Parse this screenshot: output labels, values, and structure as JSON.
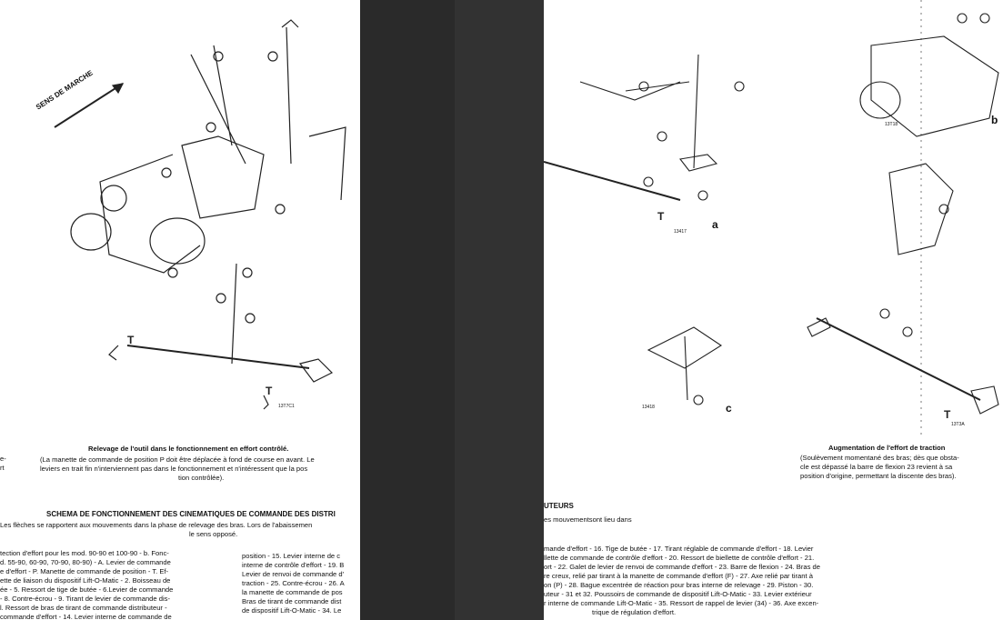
{
  "left_page": {
    "direction_label": "SENS DE MARCHE",
    "figure_ref": "13T7C1",
    "caption_title": "Relevage de l'outil dans le fonctionnement en effort contrôlé.",
    "caption_lines": [
      "(La manette de commande de position P doit être déplacée à fond de course en avant. Le",
      "leviers en trait fin n'interviennent pas dans le fonctionnement et n'intéressent que la pos",
      "tion contrôlée)."
    ],
    "margin_fragments": [
      "e-",
      "rt"
    ],
    "section_title": "SCHEMA DE FONCTIONNEMENT DES CINEMATIQUES DE COMMANDE DES DISTRI",
    "section_intro": [
      "Les flèches se rapportent aux mouvements dans la phase de relevage des bras. Lors de l'abaissemen",
      "le sens opposé."
    ],
    "legend_col1": [
      "tection d'effort pour les mod. 90-90 et 100-90 - b. Fonc-",
      "d. 55-90, 60-90, 70-90, 80-90) - A. Levier de commande",
      "e d'effort - P. Manette de commande de position - T. Ef-",
      "ette de liaison du dispositif Lift-O-Matic - 2. Boisseau de",
      "ée - 5. Ressort de tige de butée - 6.Levier de commande",
      "- 8. Contre-écrou - 9. Tirant de levier de commande dis-",
      "l. Ressort de bras de tirant de commande distributeur -",
      "commande d'effort - 14. Levier interne de commande de"
    ],
    "legend_col2": [
      "position - 15. Levier interne de c",
      "interne de contrôle d'effort - 19. B",
      "Levier de renvoi de commande d'",
      "traction - 25. Contre-écrou - 26. A",
      "la manette de commande de pos",
      "Bras de tirant de commande dist",
      "de dispositif Lift-O-Matic - 34. Le"
    ]
  },
  "right_page": {
    "figure_labels": [
      "a",
      "b",
      "c"
    ],
    "figure_refs": [
      "13417",
      "13T18",
      "13418",
      "13T3A"
    ],
    "caption_title": "Augmentation de l'effort de traction",
    "caption_lines": [
      "(Soulèvement momentané des bras; dès que obsta-",
      "cle est dépassé la barre de flexion 23 revient à sa",
      "position d'origine, permettant la discente des bras)."
    ],
    "section_title_fragment": "UTEURS",
    "section_intro_fragment": "es mouvementsont lieu dans",
    "legend_lines": [
      "mande d'effort - 16. Tige de butée - 17. Tirant réglable de commande d'effort - 18. Levier",
      "llette de commande de contrôle d'effort - 20. Ressort de biellette de contrôle d'effort - 21.",
      "ort - 22. Galet de levier de renvoi de commande d'effort - 23. Barre de flexion - 24. Bras de",
      "re creux, relié par tirant à la manette de commande d'effort (F) - 27. Axe relié par tirant à",
      "on (P) - 28. Bague excentrée de réaction pour bras interne de relevage - 29. Piston - 30.",
      "uteur - 31 et 32. Poussoirs de commande de dispositif Lift-O-Matic - 33. Levier extérieur",
      "r interne de commande Lift-O-Matic - 35. Ressort de rappel de levier (34) - 36. Axe excen-",
      "trique de régulation d'effort."
    ]
  }
}
